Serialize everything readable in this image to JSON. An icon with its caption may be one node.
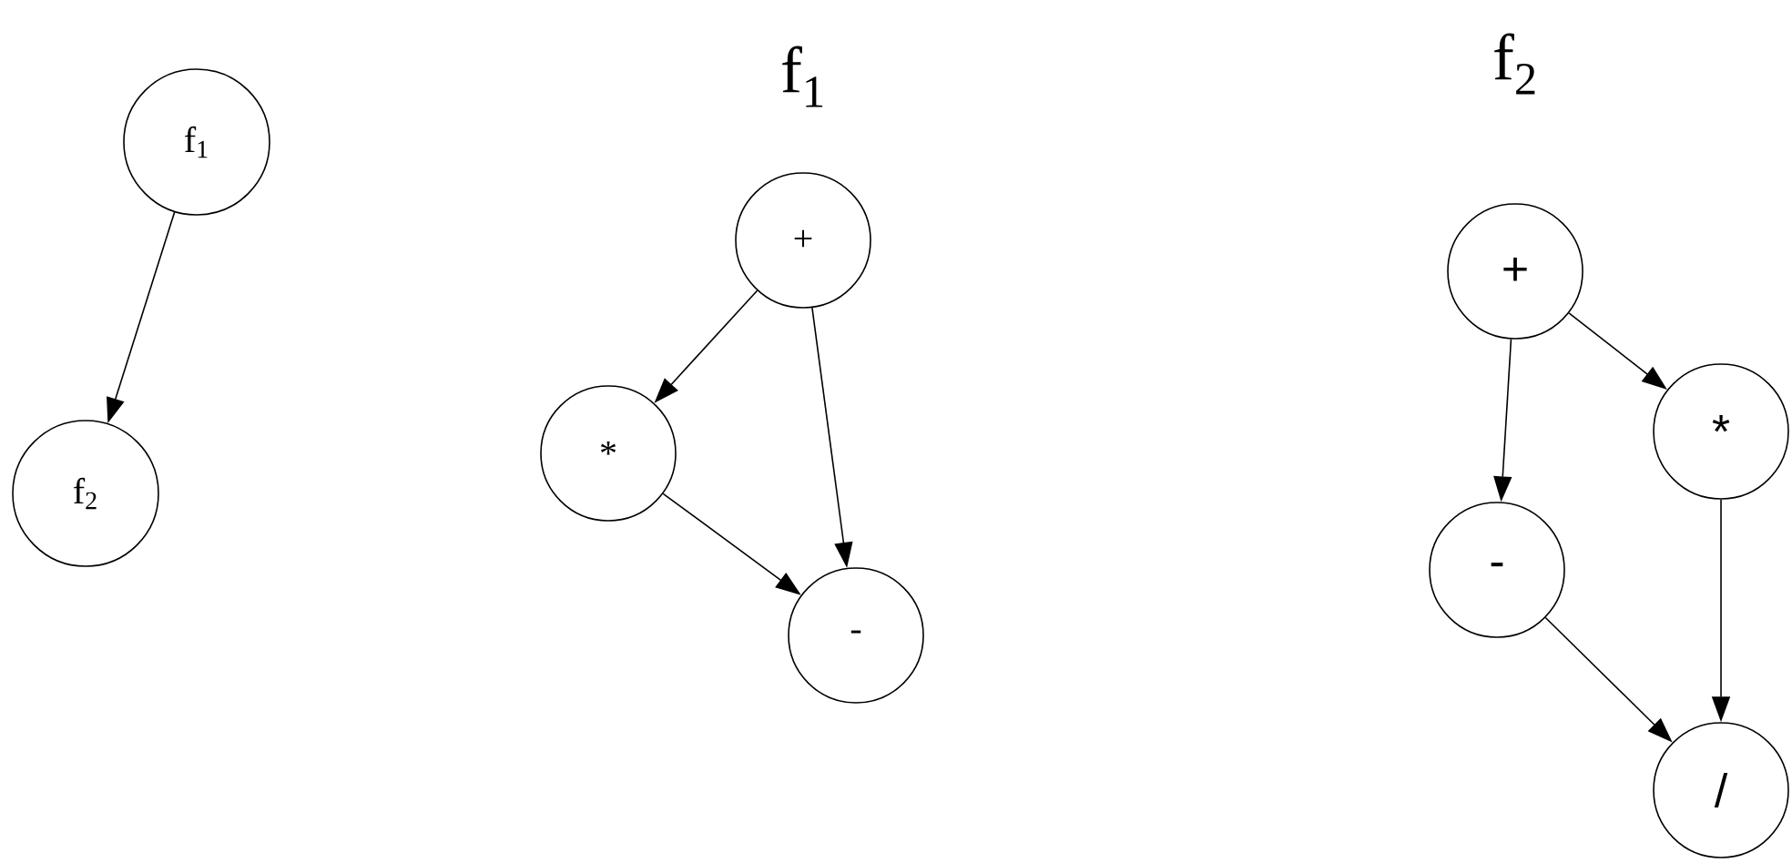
{
  "diagram": {
    "nodes": [
      {
        "text": [
          "f$_{1}$"
        ]
      },
      {
        "text": [
          "f$_{2}$"
        ]
      },
      {
        "text": [
          "+"
        ]
      },
      {
        "text": [
          "*"
        ]
      },
      {
        "text": [
          "-"
        ]
      },
      {
        "text": [
          "+"
        ]
      },
      {
        "text": [
          "*"
        ]
      },
      {
        "text": [
          "-"
        ]
      },
      {
        "text": [
          "/"
        ]
      }
    ],
    "edges": [
      {
        "from": 0,
        "to": 1,
        "arrow": "to"
      },
      {
        "from": 2,
        "to": 3,
        "arrow": "to"
      },
      {
        "from": 2,
        "to": 4,
        "arrow": "to"
      },
      {
        "from": 3,
        "to": 4,
        "arrow": "to"
      },
      {
        "from": 5,
        "to": 7,
        "arrow": "to"
      },
      {
        "from": 5,
        "to": 6,
        "arrow": "to"
      },
      {
        "from": 6,
        "to": 8,
        "arrow": "to"
      },
      {
        "from": 7,
        "to": 8,
        "arrow": "to"
      }
    ],
    "labels": [
      "f$_{1}$",
      "f$_{2}$"
    ]
  }
}
